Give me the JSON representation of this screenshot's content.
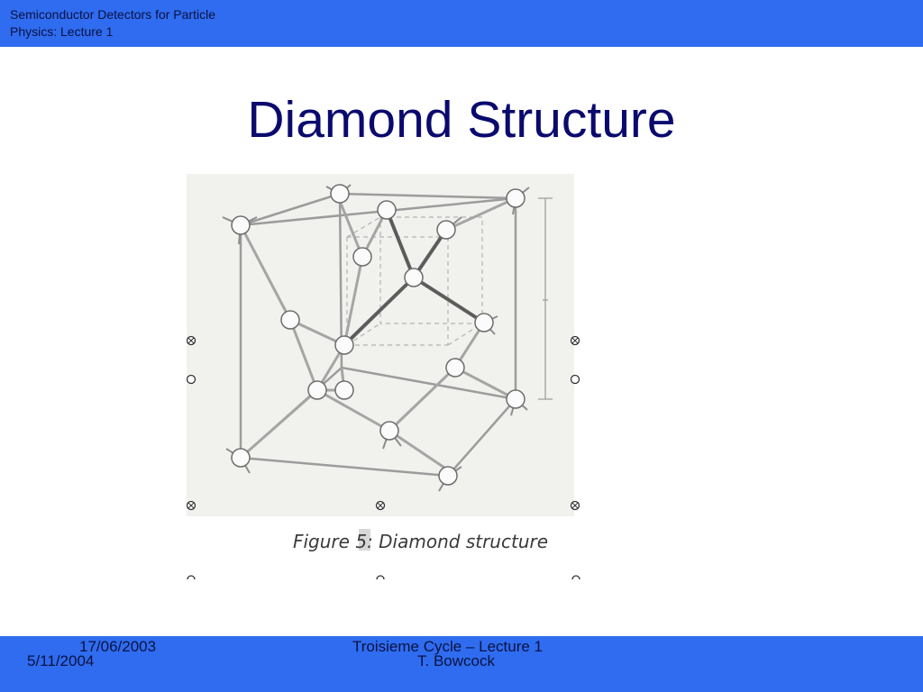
{
  "header": {
    "line1": "Semiconductor Detectors for Particle",
    "line2": "Physics: Lecture 1"
  },
  "slide": {
    "title": "Diamond Structure"
  },
  "figure": {
    "caption_prefix": "Figure ",
    "caption_number": "5",
    "caption_suffix": ": Diamond structure"
  },
  "footer": {
    "date_original": "17/06/2003",
    "date_current": "5/11/2004",
    "course": "Troisieme Cycle – Lecture 1",
    "author": "T. Bowcock"
  },
  "colors": {
    "bar": "#2f6cf0",
    "title": "#0a0a6e",
    "footer_text": "#0b1240"
  }
}
